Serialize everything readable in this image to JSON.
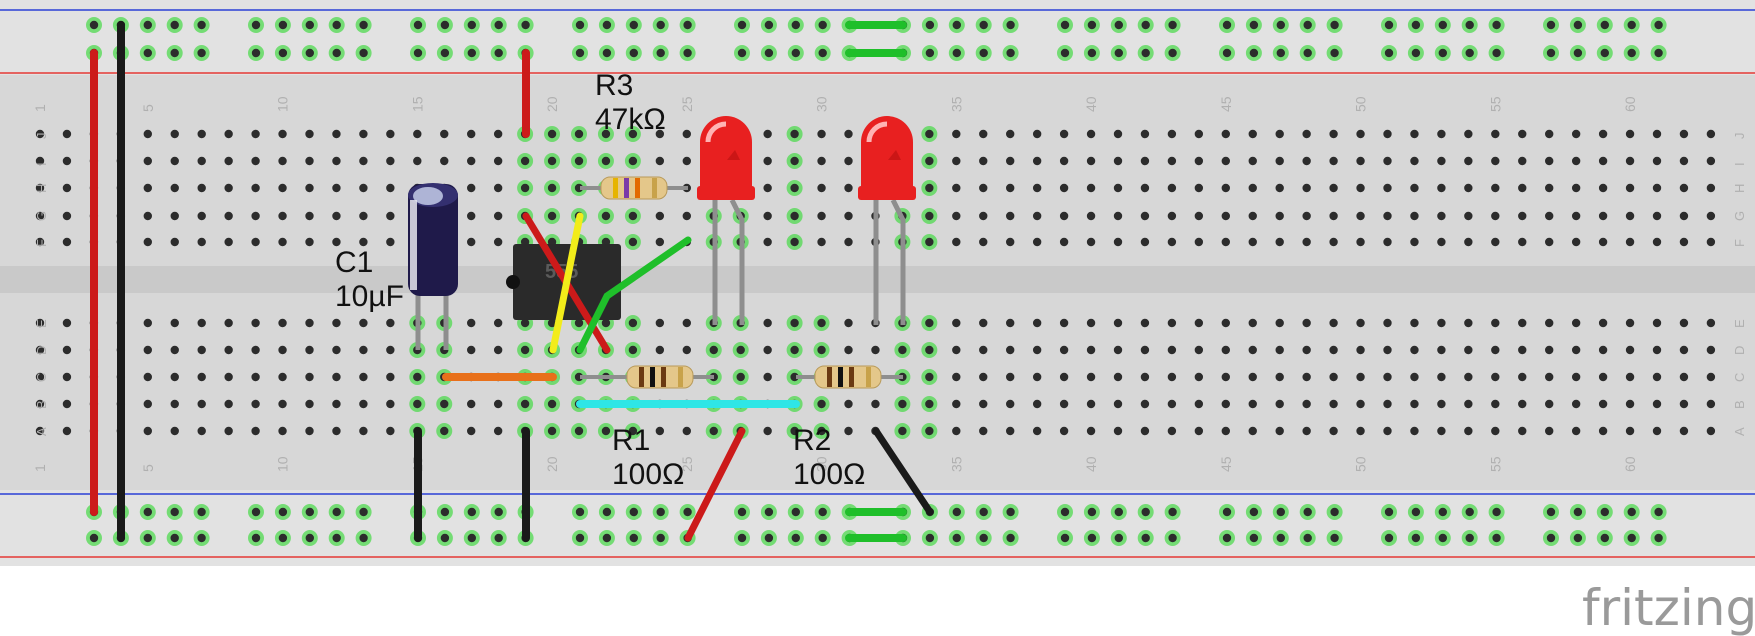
{
  "breadboard": {
    "columns": 63,
    "top_column_numbers": [
      "1",
      "5",
      "10",
      "15",
      "20",
      "25",
      "30",
      "35",
      "40",
      "45",
      "50",
      "55",
      "60"
    ],
    "bottom_column_numbers": [
      "1",
      "5",
      "10",
      "15",
      "20",
      "25",
      "30",
      "35",
      "40",
      "45",
      "50",
      "55",
      "60"
    ],
    "top_row_letters": [
      "J",
      "I",
      "H",
      "G",
      "F"
    ],
    "bottom_row_letters": [
      "E",
      "D",
      "C",
      "B",
      "A"
    ],
    "colors": {
      "board": "#d7d7d7",
      "rail_background": "#e2e2e2",
      "channel": "#c9c9c9",
      "hole": "#2c2c2c",
      "hole_highlight": "#4fd94f",
      "positive_rail": "#e53935",
      "negative_rail": "#2a3fd6"
    }
  },
  "components": {
    "c1": {
      "designator": "C1",
      "value": "10µF",
      "type": "electrolytic capacitor",
      "color": "#1f1a4a"
    },
    "r3": {
      "designator": "R3",
      "value": "47kΩ",
      "type": "resistor",
      "bands": [
        "#e6b400",
        "#7b3aa8",
        "#e36a00",
        "#c8a24a"
      ]
    },
    "r1": {
      "designator": "R1",
      "value": "100Ω",
      "type": "resistor",
      "bands": [
        "#6b3a12",
        "#111111",
        "#6b3a12",
        "#c8a24a"
      ]
    },
    "r2": {
      "designator": "R2",
      "value": "100Ω",
      "type": "resistor",
      "bands": [
        "#6b3a12",
        "#111111",
        "#6b3a12",
        "#c8a24a"
      ]
    },
    "ic": {
      "label": "555",
      "type": "timer IC",
      "color": "#2a2a2a"
    },
    "led1": {
      "type": "LED",
      "color": "#e82020"
    },
    "led2": {
      "type": "LED",
      "color": "#e82020"
    }
  },
  "wires": {
    "red": "#cc1a1a",
    "black": "#1a1a1a",
    "yellow": "#f2ec1a",
    "green": "#1fbf2a",
    "orange": "#e8701a",
    "cyan": "#2ee6e6"
  },
  "watermark": {
    "text": "fritzing"
  }
}
